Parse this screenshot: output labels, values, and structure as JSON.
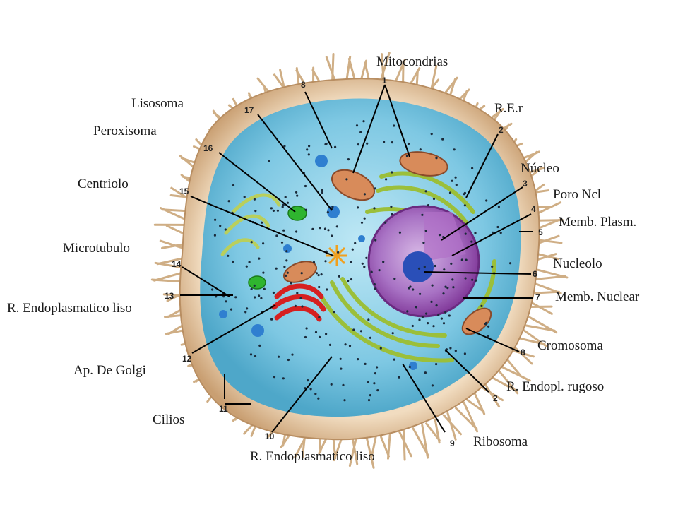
{
  "labels": {
    "mitocondrias": "Mitocondrias",
    "lisosoma": "Lisosoma",
    "rer": "R.E.r",
    "peroxisoma": "Peroxisoma",
    "nucleo": "Núcleo",
    "centriolo": "Centriolo",
    "poro_ncl": "Poro Ncl",
    "memb_plasm": "Memb. Plasm.",
    "microtubulo": "Microtubulo",
    "nucleolo": "Nucleolo",
    "r_endo_liso_left": "R. Endoplasmatico liso",
    "memb_nuclear": "Memb. Nuclear",
    "cromosoma": "Cromosoma",
    "ap_golgi": "Ap. De Golgi",
    "r_endopl_rugoso": "R. Endopl. rugoso",
    "cilios": "Cilios",
    "ribosoma": "Ribosoma",
    "r_endo_liso_bottom": "R. Endoplasmatico liso"
  },
  "numbers": {
    "n1": "1",
    "n2_top": "2",
    "n3": "3",
    "n4": "4",
    "n5": "5",
    "n6": "6",
    "n7": "7",
    "n8_right": "8",
    "n2_bottom": "2",
    "n9": "9",
    "n10": "10",
    "n11": "11",
    "n12": "12",
    "n13": "13",
    "n14": "14",
    "n15": "15",
    "n16": "16",
    "n17": "17",
    "n8_top": "8"
  },
  "colors": {
    "cytoplasm": "#7ec8e3",
    "membrane": "#e7c9a0",
    "nucleus": "#8e3f9e",
    "nucleolus": "#2a4fb8",
    "golgi": "#d62020",
    "er": "#9bbf3a",
    "mitochondria": "#d88b5a",
    "lysosome": "#2f7fd0",
    "peroxisome": "#2fb52f",
    "centriole": "#f0a020"
  }
}
